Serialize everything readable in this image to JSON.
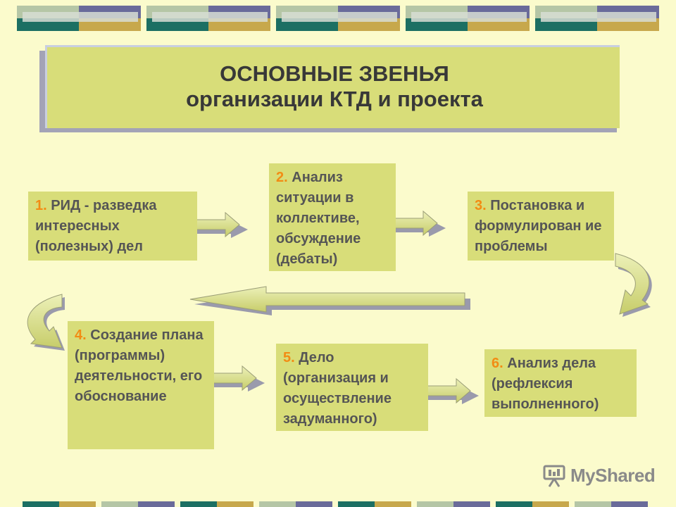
{
  "title": {
    "line1": "ОСНОВНЫЕ ЗВЕНЬЯ",
    "line2": "организации КТД и проекта"
  },
  "steps": [
    {
      "num": "1.",
      "text": " РИД - разведка интересных (полезных) дел"
    },
    {
      "num": "2.",
      "text": " Анализ ситуации в коллективе, обсуждение (дебаты)"
    },
    {
      "num": "3.",
      "text": " Постановка и формулирован ие проблемы"
    },
    {
      "num": "4.",
      "text": " Создание плана (программы) деятельности, его обоснование"
    },
    {
      "num": "5.",
      "text": " Дело (организация и осуществление задуманного)"
    },
    {
      "num": "6.",
      "text": " Анализ дела (рефлексия выполненного)"
    }
  ],
  "brand": {
    "name": "MyShared"
  },
  "colors": {
    "background": "#fbfbcc",
    "box": "#d8dd79",
    "number": "#f28c14",
    "text": "#555555",
    "title_text": "#383838"
  }
}
